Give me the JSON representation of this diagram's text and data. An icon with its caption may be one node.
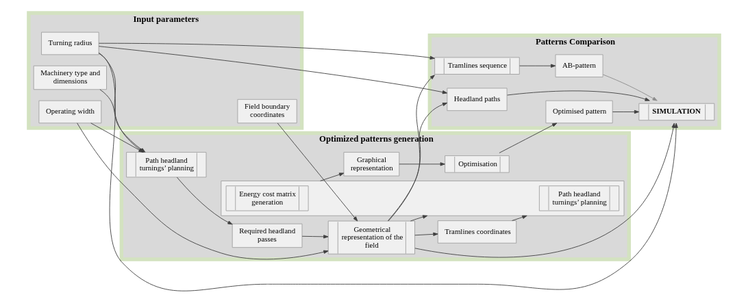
{
  "diagram": {
    "nodes": [
      {
        "text": [
          "Input parameters"
        ]
      },
      {
        "text": [
          "Machinery type and dimensions"
        ],
        "in": 0
      },
      {
        "text": [
          "Turning radius"
        ],
        "in": 0
      },
      {
        "text": [
          "Operating width"
        ],
        "in": 0
      },
      {
        "text": [
          "Field boundary coordinates"
        ],
        "in": 0
      },
      {
        "text": [
          "Optimized patterns generation"
        ]
      },
      {
        "text": [
          "Path headland turnings’ planning"
        ],
        "in": 5
      },
      {
        "text": [
          "Required headland passes"
        ],
        "in": 5
      },
      {
        "text": [
          "Tramlines coordinates"
        ],
        "in": 5
      },
      {
        "text": [
          "Geometrical representation of the field"
        ],
        "in": 5
      },
      {
        "text": [
          "Optimisation"
        ],
        "in": 5
      },
      {
        "text": [
          "Graphical representation"
        ],
        "in": 5
      },
      {
        "text": [],
        "shape": "box",
        "in": 5
      },
      {
        "text": [
          "Path headland turnings’ planning"
        ],
        "in": 12
      },
      {
        "text": [
          "Energy cost matrix generation"
        ],
        "in": 12
      },
      {
        "text": [
          "Patterns Comparison"
        ]
      },
      {
        "text": [
          "Optimised pattern"
        ],
        "in": 15
      },
      {
        "text": [
          "AB-pattern"
        ],
        "in": 15
      },
      {
        "text": [
          "SIMULATION"
        ],
        "in": 15
      },
      {
        "text": [
          "Tramlines sequence"
        ],
        "in": 15
      },
      {
        "text": [
          "Headland paths"
        ],
        "in": 15
      }
    ],
    "edges": [
      {
        "from": 1,
        "to": 6,
        "arrow": "to"
      },
      {
        "from": 2,
        "to": 6,
        "arrow": "to"
      },
      {
        "from": 3,
        "to": 6,
        "arrow": "to"
      },
      {
        "from": 6,
        "to": 7,
        "arrow": "to"
      },
      {
        "from": 7,
        "to": 9,
        "arrow": "to"
      },
      {
        "from": 3,
        "to": 9,
        "arrow": "to"
      },
      {
        "from": 4,
        "to": 9,
        "arrow": "to"
      },
      {
        "from": 9,
        "to": 8,
        "arrow": "to"
      },
      {
        "from": 8,
        "to": 12,
        "arrow": "to"
      },
      {
        "from": 12,
        "to": 11,
        "arrow": "to"
      },
      {
        "from": 11,
        "to": 10,
        "arrow": "to"
      },
      {
        "from": 10,
        "to": 16,
        "arrow": "to"
      },
      {
        "from": 16,
        "to": 18,
        "arrow": "to"
      },
      {
        "from": 19,
        "to": 17,
        "arrow": "to"
      },
      {
        "from": 17,
        "to": 18,
        "arrow": "to",
        "color": "#8c8c8c"
      },
      {
        "from": 20,
        "to": 18,
        "arrow": "to"
      },
      {
        "from": 9,
        "to": 12,
        "arrow": "to"
      },
      {
        "from": 9,
        "to": 19,
        "arrow": "to"
      },
      {
        "from": 9,
        "to": 20,
        "arrow": "to"
      },
      {
        "from": 9,
        "to": 18,
        "arrow": "to"
      },
      {
        "from": 2,
        "to": 19,
        "arrow": "to"
      },
      {
        "from": 2,
        "to": 20,
        "arrow": "to"
      },
      {
        "from": 2,
        "to": 18,
        "arrow": "to"
      }
    ]
  }
}
